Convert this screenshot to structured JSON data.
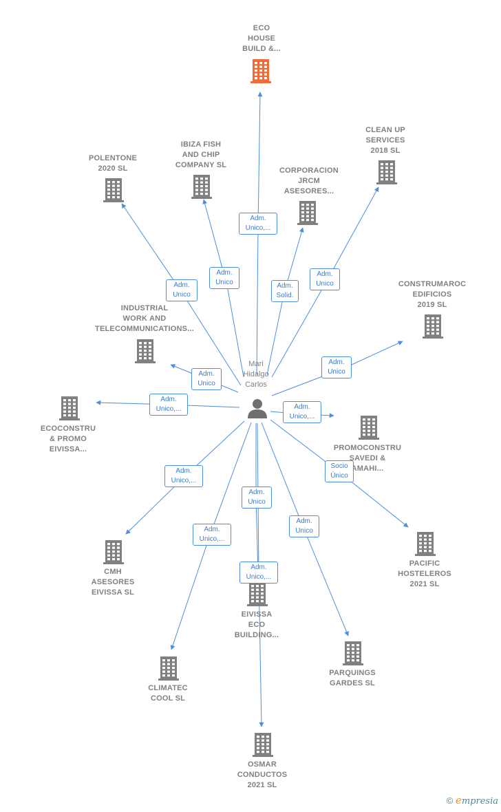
{
  "center": {
    "lines": [
      "Mari",
      "Hidalgo",
      "Carlos"
    ]
  },
  "companies": [
    {
      "id": "eco_house",
      "lines": [
        "ECO",
        "HOUSE",
        "BUILD &..."
      ],
      "highlight": true
    },
    {
      "id": "polentone",
      "lines": [
        "POLENTONE",
        "2020  SL"
      ],
      "highlight": false
    },
    {
      "id": "ibiza_fish",
      "lines": [
        "IBIZA FISH",
        "AND CHIP",
        "COMPANY  SL"
      ],
      "highlight": false
    },
    {
      "id": "corporacion",
      "lines": [
        "CORPORACION",
        "JRCM",
        "ASESORES..."
      ],
      "highlight": false
    },
    {
      "id": "clean_up",
      "lines": [
        "CLEAN UP",
        "SERVICES",
        "2018  SL"
      ],
      "highlight": false
    },
    {
      "id": "construmaroc",
      "lines": [
        "CONSTRUMAROC",
        "EDIFICIOS",
        "2019  SL"
      ],
      "highlight": false
    },
    {
      "id": "industrial",
      "lines": [
        "INDUSTRIAL",
        "WORK AND",
        "TELECOMMUNICATIONS..."
      ],
      "highlight": false
    },
    {
      "id": "ecoconstru",
      "lines": [
        "ECOCONSTRU",
        "& PROMO",
        "EIVISSA..."
      ],
      "highlight": false
    },
    {
      "id": "promoconstru",
      "lines": [
        "PROMOCONSTRU",
        "SAVEDI &",
        "AMAHI..."
      ],
      "highlight": false
    },
    {
      "id": "cmh",
      "lines": [
        "CMH",
        "ASESORES",
        "EIVISSA  SL"
      ],
      "highlight": false
    },
    {
      "id": "pacific",
      "lines": [
        "PACIFIC",
        "HOSTELEROS",
        "2021  SL"
      ],
      "highlight": false
    },
    {
      "id": "eivissa_eco",
      "lines": [
        "EIVISSA",
        "ECO",
        "BUILDING..."
      ],
      "highlight": false
    },
    {
      "id": "climatec",
      "lines": [
        "CLIMATEC",
        "COOL SL"
      ],
      "highlight": false
    },
    {
      "id": "parquings",
      "lines": [
        "PARQUINGS",
        "GARDES  SL"
      ],
      "highlight": false
    },
    {
      "id": "osmar",
      "lines": [
        "OSMAR",
        "CONDUCTOS",
        "2021  SL"
      ],
      "highlight": false
    }
  ],
  "relations": [
    {
      "target": "eco_house",
      "lines": [
        "Adm.",
        "Unico,..."
      ]
    },
    {
      "target": "polentone",
      "lines": [
        "Adm.",
        "Unico"
      ]
    },
    {
      "target": "ibiza_fish",
      "lines": [
        "Adm.",
        "Unico"
      ]
    },
    {
      "target": "corporacion",
      "lines": [
        "Adm.",
        "Solid."
      ]
    },
    {
      "target": "clean_up",
      "lines": [
        "Adm.",
        "Unico"
      ]
    },
    {
      "target": "construmaroc",
      "lines": [
        "Adm.",
        "Unico"
      ]
    },
    {
      "target": "industrial",
      "lines": [
        "Adm.",
        "Unico"
      ]
    },
    {
      "target": "ecoconstru",
      "lines": [
        "Adm.",
        "Unico,..."
      ]
    },
    {
      "target": "promoconstru",
      "lines": [
        "Adm.",
        "Unico,..."
      ]
    },
    {
      "target": "pacific",
      "lines": [
        "Socio",
        "Único"
      ]
    },
    {
      "target": "cmh",
      "lines": [
        "Adm.",
        "Unico,..."
      ]
    },
    {
      "target": "climatec",
      "lines": [
        "Adm.",
        "Unico,..."
      ]
    },
    {
      "target": "eivissa_eco",
      "lines": [
        "Adm.",
        "Unico"
      ]
    },
    {
      "target": "osmar",
      "lines": [
        "Adm.",
        "Unico,..."
      ]
    },
    {
      "target": "parquings",
      "lines": [
        "Adm.",
        "Unico"
      ]
    }
  ],
  "colors": {
    "edge": "#4a8fdc",
    "building": "#808080",
    "building_highlight": "#f26a35",
    "person": "#6f6f6f"
  },
  "icons": {
    "company": "building-icon",
    "person": "person-icon"
  },
  "brand": {
    "copyright": "©",
    "first": "e",
    "rest": "mpresia"
  }
}
